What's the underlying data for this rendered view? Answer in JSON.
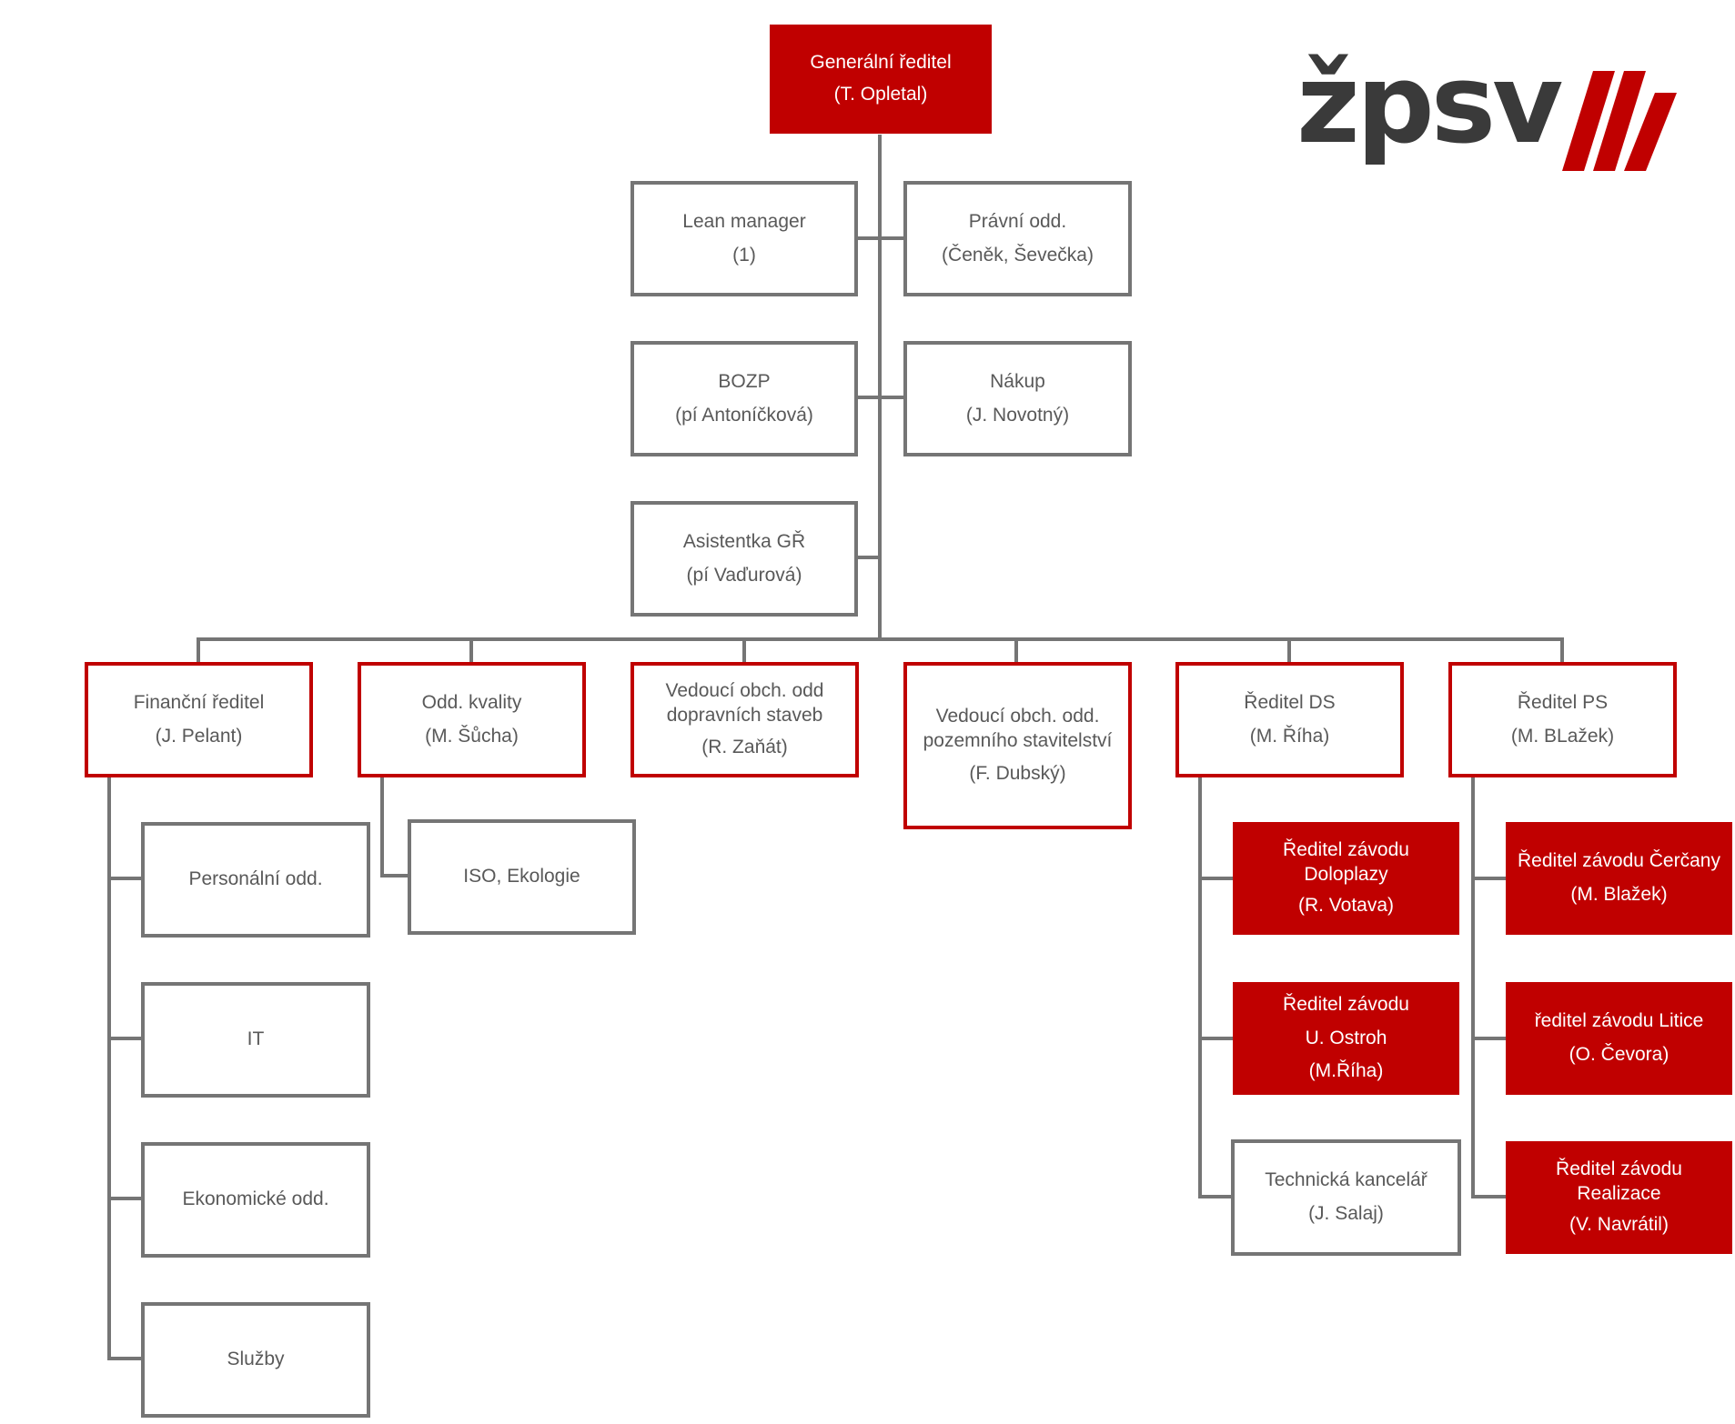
{
  "colors": {
    "brand_red": "#c00000",
    "line_gray": "#757575",
    "text_gray": "#595959",
    "logo_dark": "#3a3a3a"
  },
  "logo": {
    "text": "žpsv",
    "icon": "slash-stripes-icon"
  },
  "nodes": {
    "gr": {
      "l1": "Generální ředitel",
      "l2": "(T. Opletal)"
    },
    "lean": {
      "l1": "Lean manager",
      "l2": "(1)"
    },
    "prav": {
      "l1": "Právní odd.",
      "l2": "(Čeněk, Ševečka)"
    },
    "bozp": {
      "l1": "BOZP",
      "l2": "(pí Antoníčková)"
    },
    "nakup": {
      "l1": "Nákup",
      "l2": "(J. Novotný)"
    },
    "asist": {
      "l1": "Asistentka GŘ",
      "l2": "(pí Vaďurová)"
    },
    "fin": {
      "l1": "Finanční ředitel",
      "l2": "(J. Pelant)"
    },
    "kval": {
      "l1": "Odd. kvality",
      "l2": "(M. Šůcha)"
    },
    "vod": {
      "l1": "Vedoucí obch. odd",
      "l1b": "dopravních staveb",
      "l2": "(R. Zaňát)"
    },
    "vpoz": {
      "l1": "Vedoucí obch. odd.",
      "l1b": "pozemního stavitelství",
      "l2": "(F. Dubský)"
    },
    "rds": {
      "l1": "Ředitel DS",
      "l2": "(M. Říha)"
    },
    "rps": {
      "l1": "Ředitel PS",
      "l2": "(M. BLažek)"
    },
    "pers": {
      "l1": "Personální odd."
    },
    "it": {
      "l1": "IT"
    },
    "eko": {
      "l1": "Ekonomické odd."
    },
    "sluz": {
      "l1": "Služby"
    },
    "iso": {
      "l1": "ISO, Ekologie"
    },
    "dolo": {
      "l1": "Ředitel závodu",
      "l1b": "Doloplazy",
      "l2": "(R. Votava)"
    },
    "ostr": {
      "l1": "Ředitel závodu",
      "l1b": "U. Ostroh",
      "l2": "(M.Říha)"
    },
    "tech": {
      "l1": "Technická kancelář",
      "l2": "(J. Salaj)"
    },
    "cerc": {
      "l1": "Ředitel závodu Čerčany",
      "l2": "(M. Blažek)"
    },
    "litc": {
      "l1": "ředitel závodu Litice",
      "l2": "(O. Čevora)"
    },
    "real": {
      "l1": "Ředitel závodu",
      "l1b": "Realizace",
      "l2": "(V. Navrátil)"
    }
  }
}
